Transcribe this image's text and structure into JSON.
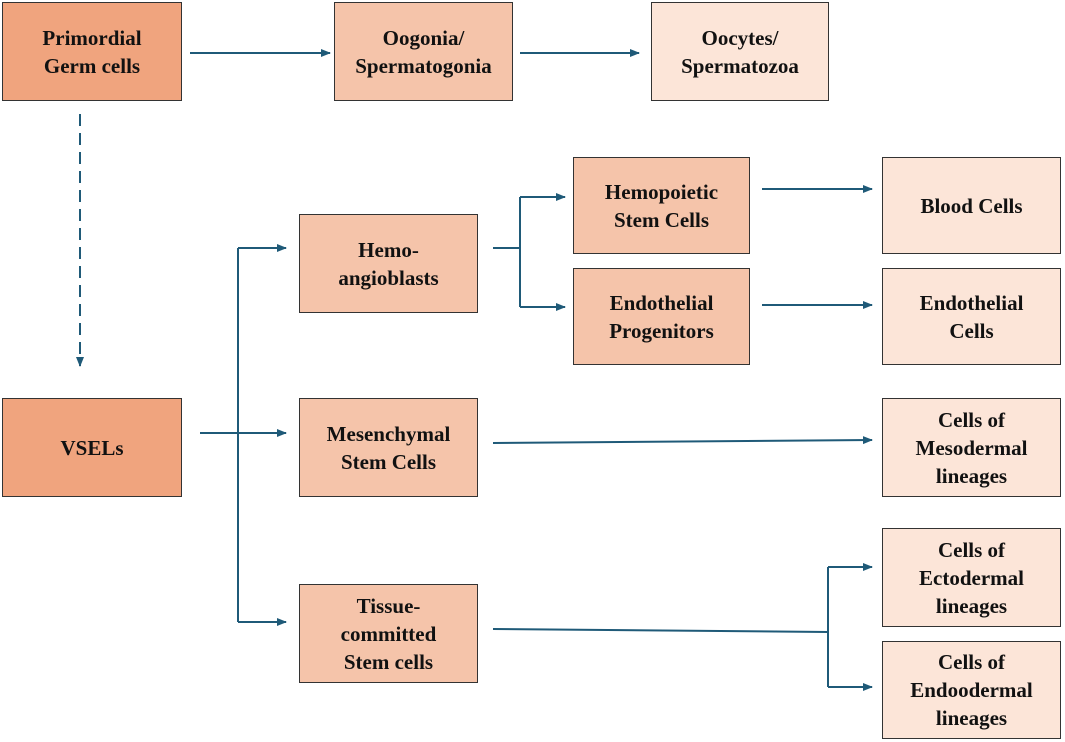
{
  "colors": {
    "level1_fill": "#F0A47E",
    "level2_fill": "#F5C4AA",
    "level3_fill": "#FCE5D8",
    "arrow": "#1F5A78",
    "border": "#333333"
  },
  "nodes": {
    "pgc": "Primordial\nGerm cells",
    "oogonia": "Oogonia/\nSpermatogonia",
    "oocytes": "Oocytes/\nSpermatozoa",
    "vsels": "VSELs",
    "hemo": "Hemo-\nangioblasts",
    "mesenchymal": "Mesenchymal\nStem Cells",
    "tissue": "Tissue-\ncommitted\nStem cells",
    "hsc": "Hemopoietic\nStem Cells",
    "endo_prog": "Endothelial\nProgenitors",
    "blood": "Blood Cells",
    "endo_cells": "Endothelial\nCells",
    "mesodermal": "Cells of\nMesodermal\nlineages",
    "ectodermal": "Cells of\nEctodermal\nlineages",
    "endodermal": "Cells of\nEndoodermal\nlineages"
  },
  "edges": [
    {
      "from": "pgc",
      "to": "oogonia",
      "style": "solid"
    },
    {
      "from": "oogonia",
      "to": "oocytes",
      "style": "solid"
    },
    {
      "from": "pgc",
      "to": "vsels",
      "style": "dashed"
    },
    {
      "from": "vsels",
      "to": "hemo",
      "style": "solid"
    },
    {
      "from": "vsels",
      "to": "mesenchymal",
      "style": "solid"
    },
    {
      "from": "vsels",
      "to": "tissue",
      "style": "solid"
    },
    {
      "from": "hemo",
      "to": "hsc",
      "style": "solid"
    },
    {
      "from": "hemo",
      "to": "endo_prog",
      "style": "solid"
    },
    {
      "from": "hsc",
      "to": "blood",
      "style": "solid"
    },
    {
      "from": "endo_prog",
      "to": "endo_cells",
      "style": "solid"
    },
    {
      "from": "mesenchymal",
      "to": "mesodermal",
      "style": "solid"
    },
    {
      "from": "tissue",
      "to": "ectodermal",
      "style": "solid"
    },
    {
      "from": "tissue",
      "to": "endodermal",
      "style": "solid"
    }
  ]
}
